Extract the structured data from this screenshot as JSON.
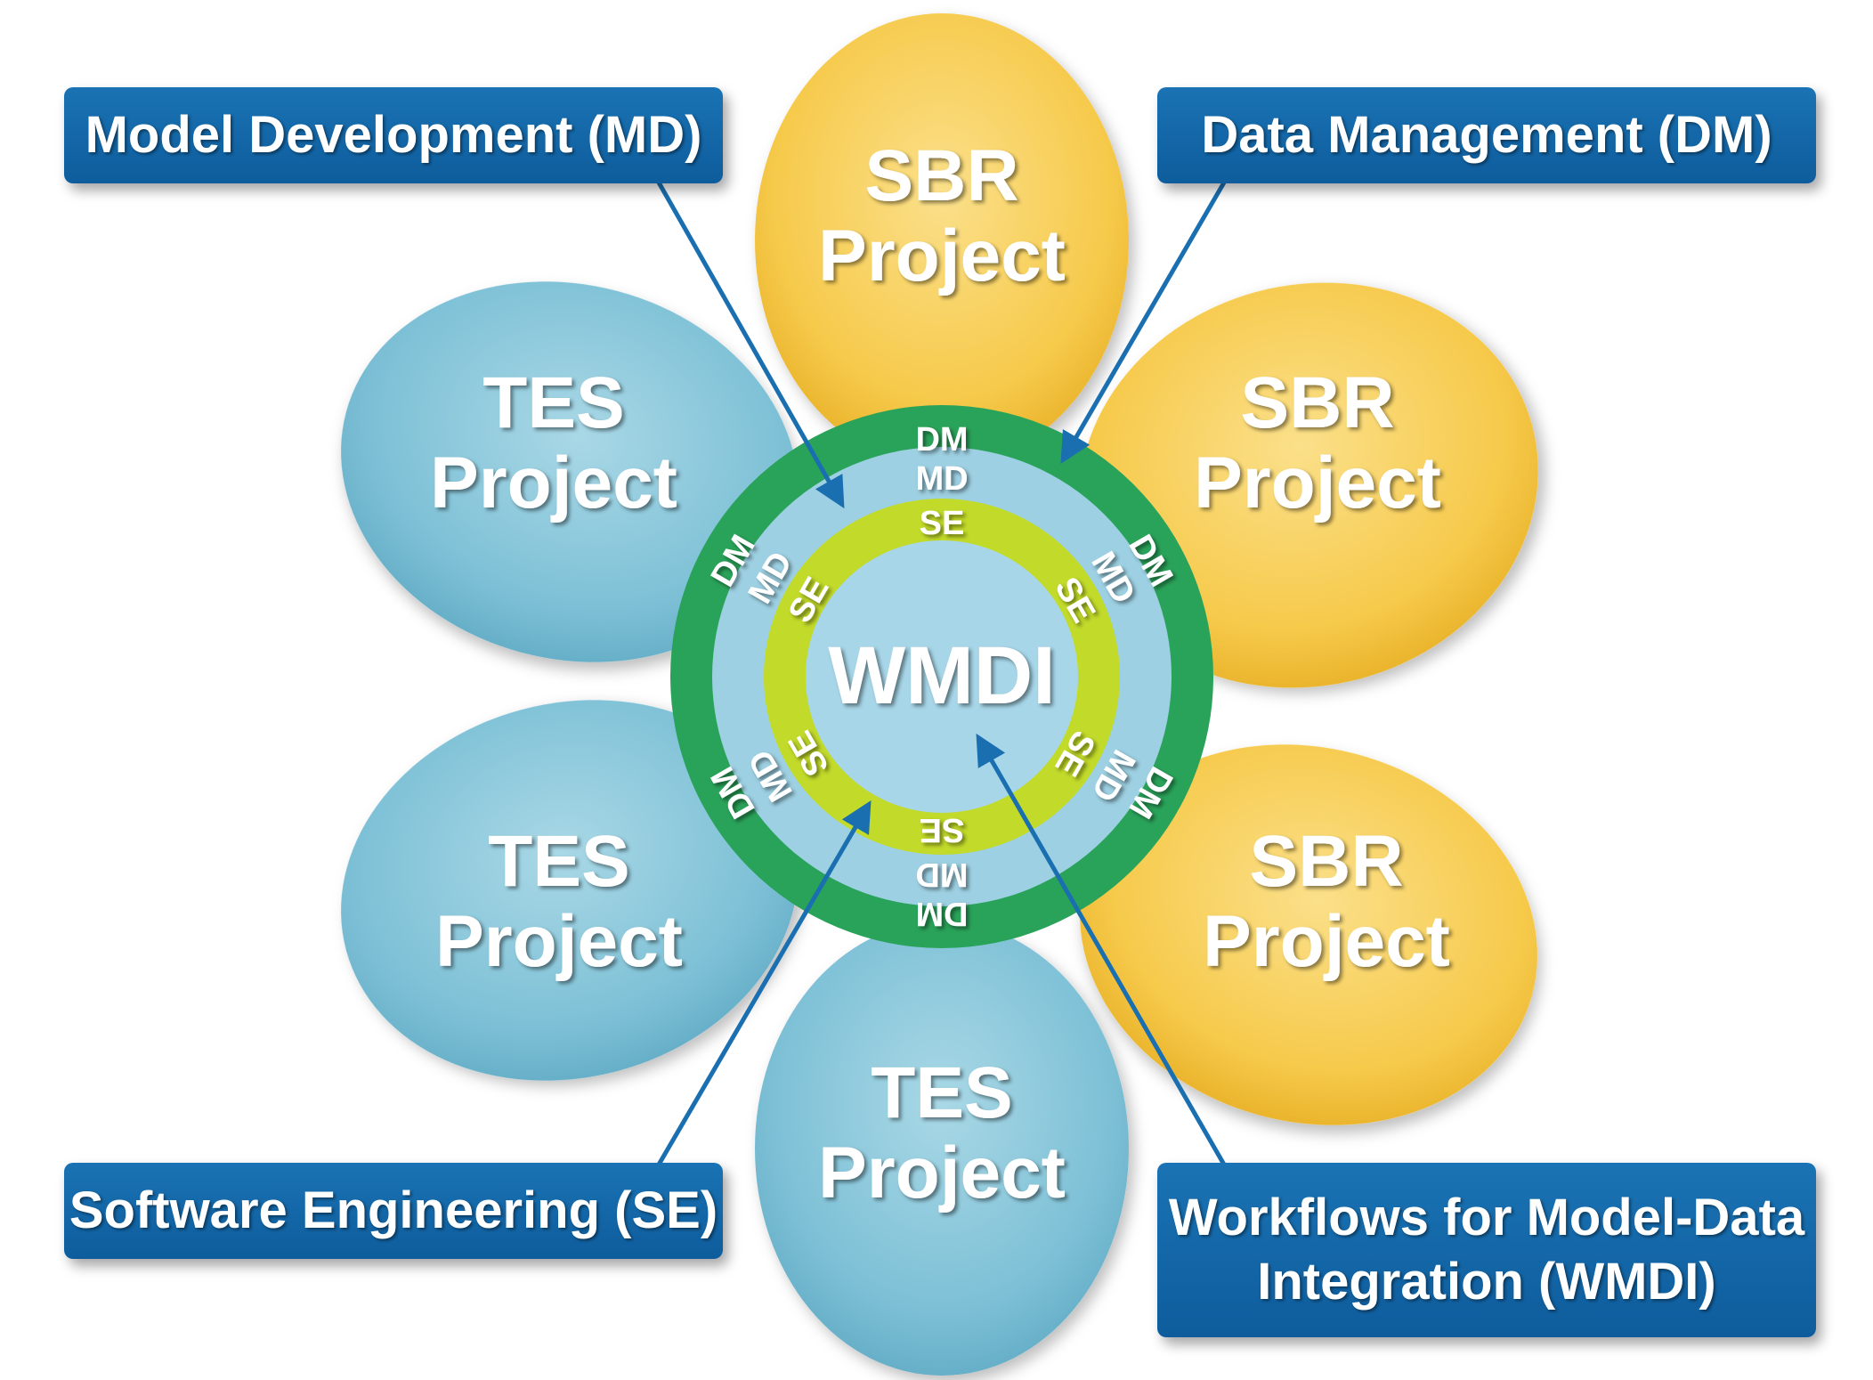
{
  "callouts": {
    "md": "Model Development (MD)",
    "dm": "Data Management (DM)",
    "se": "Software Engineering (SE)",
    "wmdi_line1": "Workflows for Model-Data",
    "wmdi_line2": "Integration (WMDI)"
  },
  "petals": {
    "top": {
      "line1": "SBR",
      "line2": "Project"
    },
    "upper_right": {
      "line1": "SBR",
      "line2": "Project"
    },
    "lower_right": {
      "line1": "SBR",
      "line2": "Project"
    },
    "bottom": {
      "line1": "TES",
      "line2": "Project"
    },
    "lower_left": {
      "line1": "TES",
      "line2": "Project"
    },
    "upper_left": {
      "line1": "TES",
      "line2": "Project"
    }
  },
  "rings": {
    "outer": "DM",
    "middle": "MD",
    "inner": "SE"
  },
  "center": "WMDI",
  "colors": {
    "sbr_petal": "#f6c94a",
    "tes_petal": "#7dc0d6",
    "dm_ring": "#2aa35a",
    "md_ring": "#9dd0e2",
    "se_ring": "#c2da2a",
    "center": "#a7d6e8",
    "callout": "#1565a8",
    "arrow": "#1a6fb0"
  }
}
